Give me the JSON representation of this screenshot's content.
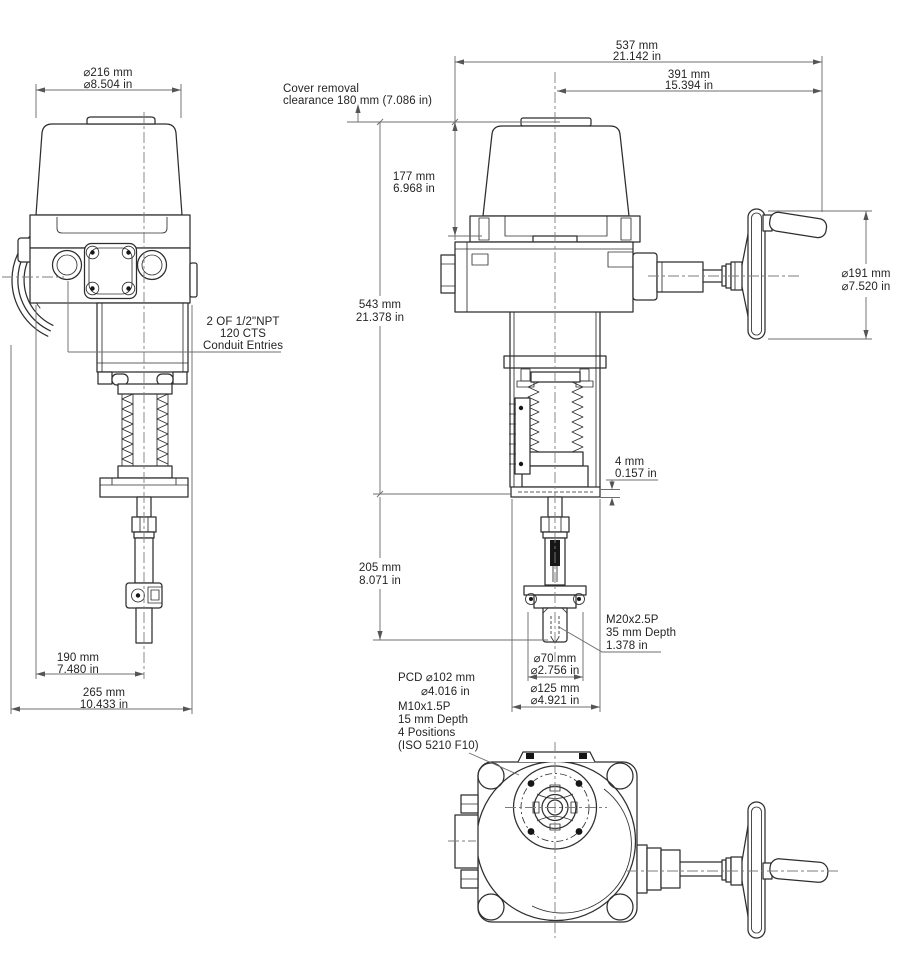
{
  "drawing": {
    "colors": {
      "line": "#2e2e2e",
      "dimension": "#6f6f6f",
      "background": "#ffffff"
    },
    "dimensions": {
      "cover_dia": {
        "mm": "⌀216 mm",
        "in": "⌀8.504 in"
      },
      "overall_width": {
        "mm": "537 mm",
        "in": "21.142 in"
      },
      "handwheel_reach": {
        "mm": "391 mm",
        "in": "15.394 in"
      },
      "cover_height": {
        "mm": "177 mm",
        "in": "6.968 in"
      },
      "body_height": {
        "mm": "543 mm",
        "in": "21.378 in"
      },
      "handwheel_dia": {
        "mm": "⌀191 mm",
        "in": "⌀7.520 in"
      },
      "base_plate": {
        "mm": "4 mm",
        "in": "0.157 in"
      },
      "stroke_length": {
        "mm": "205 mm",
        "in": "8.071 in"
      },
      "coupler_dia": {
        "mm": "⌀70 mm",
        "in": "⌀2.756 in"
      },
      "base_dia": {
        "mm": "⌀125 mm",
        "in": "⌀4.921 in"
      },
      "stem_offset": {
        "mm": "190 mm",
        "in": "7.480 in"
      },
      "body_width": {
        "mm": "265 mm",
        "in": "10.433 in"
      }
    },
    "notes": {
      "cover_removal": {
        "l1": "Cover removal",
        "l2": "clearance 180 mm (7.086 in)"
      },
      "conduit": {
        "l1": "2 OF 1/2\"NPT",
        "l2": "120 CTS",
        "l3": "Conduit Entries"
      },
      "stem_thread": {
        "l1": "M20x2.5P",
        "l2": "35 mm Depth",
        "l3": "1.378 in"
      },
      "mounting_flange": {
        "l1": "PCD ⌀102 mm",
        "l2": "⌀4.016 in",
        "l3": "M10x1.5P",
        "l4": "15 mm Depth",
        "l5": "4 Positions",
        "l6": "(ISO 5210 F10)"
      }
    }
  }
}
